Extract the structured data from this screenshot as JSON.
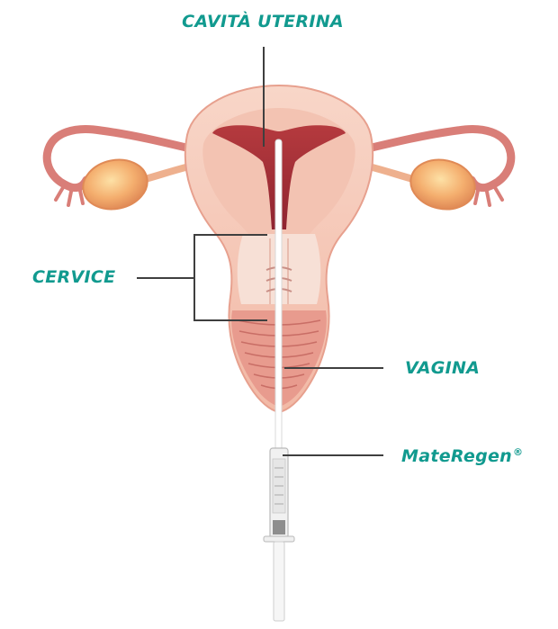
{
  "accent_color": "#119a8f",
  "line_color": "#3f3f3f",
  "labels": {
    "uterine_cavity": "CAVITÀ UTERINA",
    "cervix": "CERVICE",
    "vagina": "VAGINA",
    "device_name": "MateRegen",
    "device_mark": "®"
  },
  "icons": {
    "anatomy": "uterus-illustration",
    "device": "syringe-catheter"
  }
}
